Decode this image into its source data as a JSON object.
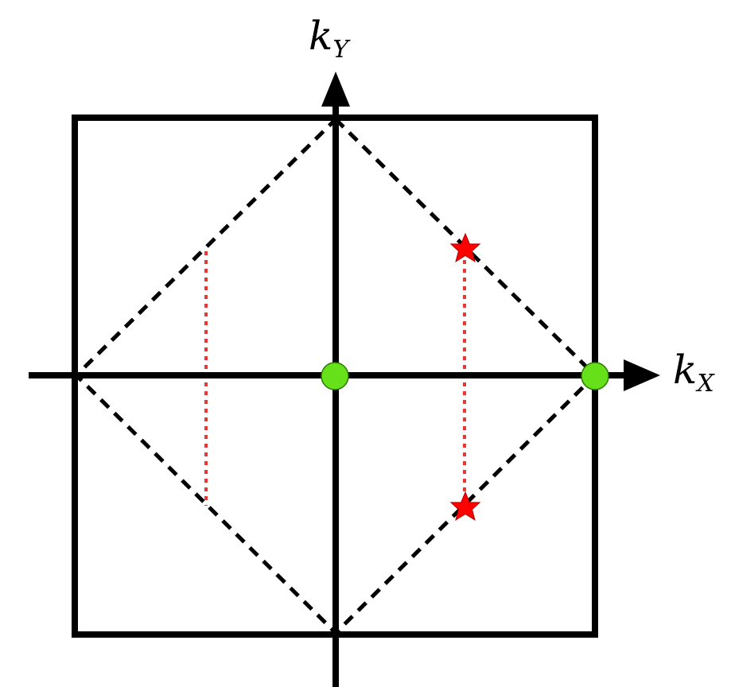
{
  "axes": {
    "x_label": "k",
    "x_subscript": "X",
    "y_label": "k",
    "y_subscript": "Y"
  },
  "colors": {
    "frame": "#000000",
    "dashed_boundary": "#000000",
    "red_dotted": "#e53935",
    "star": "#ff0000",
    "dot": "#66e019",
    "dot_stroke": "#2a7a00"
  }
}
